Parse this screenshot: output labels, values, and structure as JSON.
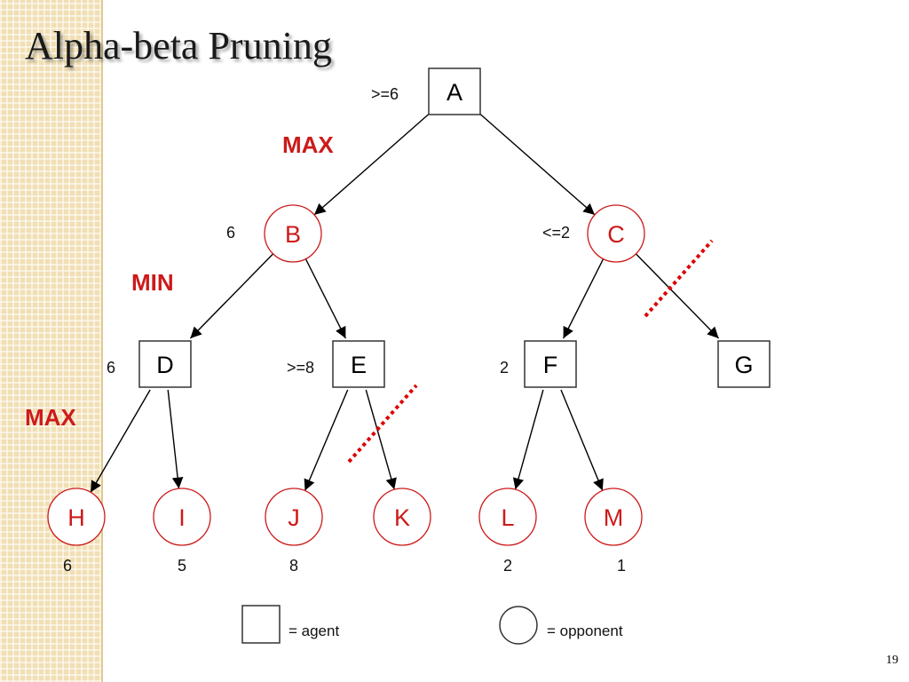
{
  "title": "Alpha-beta Pruning",
  "slide_number": "19",
  "colors": {
    "accent": "#cc1a1a",
    "edge": "#000000",
    "agent_node_stroke": "#333333",
    "prune_line": "#dd0000",
    "side_band": "#f1dfb4"
  },
  "level_labels": [
    {
      "id": "max-top",
      "text": "MAX"
    },
    {
      "id": "min",
      "text": "MIN"
    },
    {
      "id": "max-bottom",
      "text": "MAX"
    }
  ],
  "nodes": [
    {
      "id": "A",
      "label": "A",
      "kind": "agent",
      "value": ">=6"
    },
    {
      "id": "B",
      "label": "B",
      "kind": "opponent",
      "value": "6"
    },
    {
      "id": "C",
      "label": "C",
      "kind": "opponent",
      "value": "<=2"
    },
    {
      "id": "D",
      "label": "D",
      "kind": "agent",
      "value": "6"
    },
    {
      "id": "E",
      "label": "E",
      "kind": "agent",
      "value": ">=8"
    },
    {
      "id": "F",
      "label": "F",
      "kind": "agent",
      "value": "2"
    },
    {
      "id": "G",
      "label": "G",
      "kind": "agent",
      "value": ""
    },
    {
      "id": "H",
      "label": "H",
      "kind": "opponent",
      "value": "6"
    },
    {
      "id": "I",
      "label": "I",
      "kind": "opponent",
      "value": "5"
    },
    {
      "id": "J",
      "label": "J",
      "kind": "opponent",
      "value": "8"
    },
    {
      "id": "K",
      "label": "K",
      "kind": "opponent",
      "value": ""
    },
    {
      "id": "L",
      "label": "L",
      "kind": "opponent",
      "value": "2"
    },
    {
      "id": "M",
      "label": "M",
      "kind": "opponent",
      "value": "1"
    }
  ],
  "edges": [
    {
      "from": "A",
      "to": "B"
    },
    {
      "from": "A",
      "to": "C"
    },
    {
      "from": "B",
      "to": "D"
    },
    {
      "from": "B",
      "to": "E"
    },
    {
      "from": "C",
      "to": "F"
    },
    {
      "from": "C",
      "to": "G"
    },
    {
      "from": "D",
      "to": "H"
    },
    {
      "from": "D",
      "to": "I"
    },
    {
      "from": "E",
      "to": "J"
    },
    {
      "from": "E",
      "to": "K"
    },
    {
      "from": "F",
      "to": "L"
    },
    {
      "from": "F",
      "to": "M"
    }
  ],
  "pruned_edges": [
    {
      "from": "C",
      "to": "G"
    },
    {
      "from": "E",
      "to": "K"
    }
  ],
  "legend": {
    "agent_label": "= agent",
    "opponent_label": "= opponent"
  }
}
